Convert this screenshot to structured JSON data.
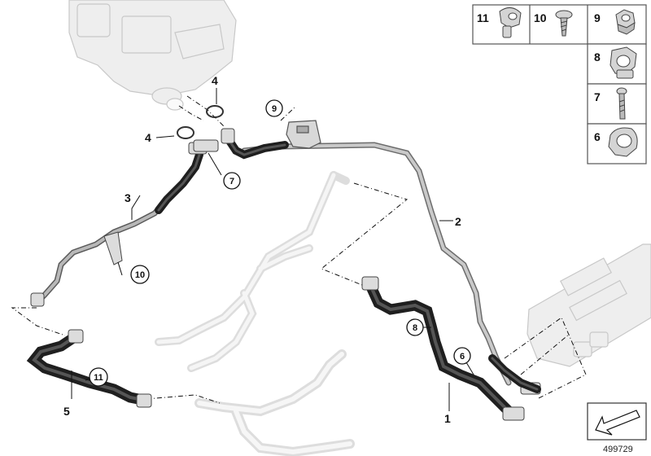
{
  "callouts": {
    "p1": "1",
    "p2": "2",
    "p3": "3",
    "p4a": "4",
    "p4b": "4",
    "p5": "5",
    "c6": "6",
    "c7": "7",
    "c8": "8",
    "c9": "9",
    "c10": "10",
    "c11": "11"
  },
  "legend": {
    "items": [
      "11",
      "10",
      "9",
      "8",
      "7",
      "6"
    ]
  },
  "reference_number": "499729",
  "icons": {
    "nav": "arrow-icon"
  }
}
